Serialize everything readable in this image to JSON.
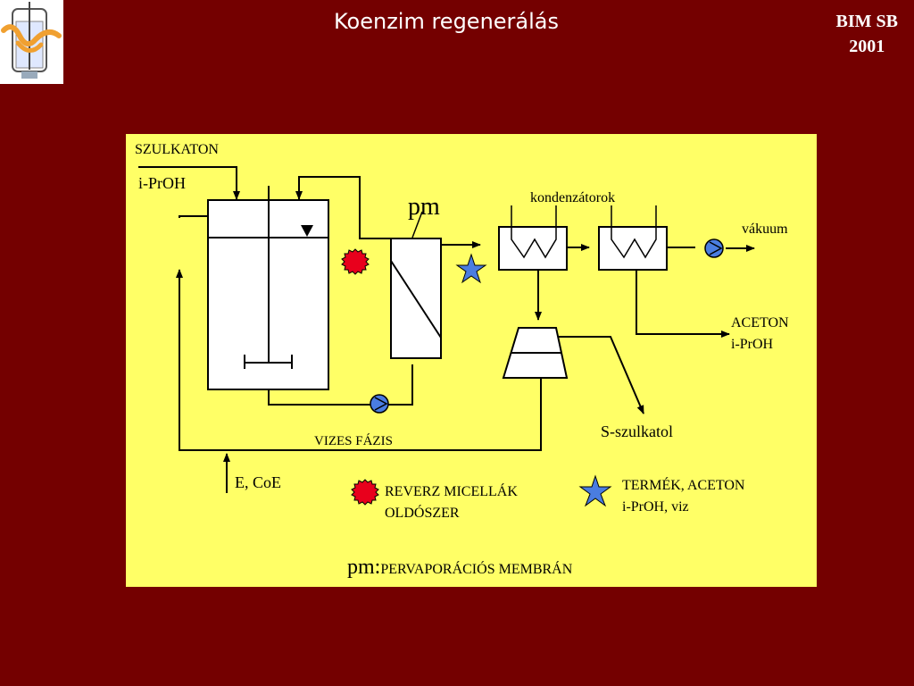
{
  "header": {
    "title": "Koenzim regenerálás",
    "corner_line1": "BIM  SB",
    "corner_line2": "2001"
  },
  "diagram": {
    "szulkaton": "SZULKATON",
    "iproh_in": "i-PrOH",
    "pm": "pm",
    "kondenzatorok": "kondenzátorok",
    "vakuum": "vákuum",
    "aceton": "ACETON",
    "iproh_out": "i-PrOH",
    "s_szulkatol": "S-szulkatol",
    "vizes_fazis": "VIZES FÁZIS",
    "ecoe": "E, CoE"
  },
  "legend": {
    "micella_line1": "REVERZ MICELLÁK",
    "micella_line2": "OLDÓSZER",
    "termek_line1": "TERMÉK, ACETON",
    "termek_line2": "i-PrOH, viz",
    "pm_prefix": "pm:",
    "pm_desc": "PERVAPORÁCIÓS MEMBRÁN"
  },
  "colors": {
    "background": "#740000",
    "panel": "#ffff66",
    "micelle": "#e8001c",
    "star": "#4a7de0",
    "pump": "#4a7de0"
  }
}
